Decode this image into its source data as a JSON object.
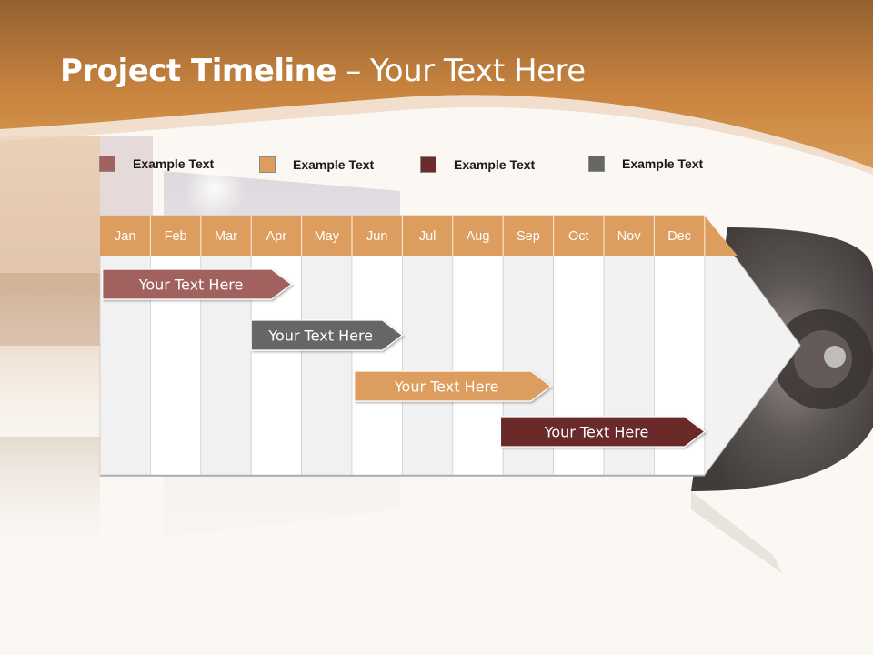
{
  "slide": {
    "title_bold": "Project Timeline",
    "title_rest": " – Your Text Here"
  },
  "colors": {
    "header_dark": "#93612f",
    "header_light": "#d79a55",
    "month_bar": "#dd9d5f",
    "task_mauve": "#a1625f",
    "task_gray": "#666666",
    "task_orange": "#dd9d5f",
    "task_maroon": "#6b2c2b"
  },
  "legend": [
    {
      "label": "Example Text",
      "color": "#a1625f"
    },
    {
      "label": "Example Text",
      "color": "#dd9d5f"
    },
    {
      "label": "Example Text",
      "color": "#6b2c2b"
    },
    {
      "label": "Example Text",
      "color": "#666666"
    }
  ],
  "timeline": {
    "months": [
      "Jan",
      "Feb",
      "Mar",
      "Apr",
      "May",
      "Jun",
      "Jul",
      "Aug",
      "Sep",
      "Oct",
      "Nov",
      "Dec"
    ],
    "tasks": [
      {
        "label": "Your  Text Here",
        "start_month": 0.05,
        "end_month": 3.8,
        "color": "#a1625f"
      },
      {
        "label": "Your  Text Here",
        "start_month": 3.0,
        "end_month": 6.0,
        "color": "#666666"
      },
      {
        "label": "Your  Text Here",
        "start_month": 5.05,
        "end_month": 8.95,
        "color": "#dd9d5f"
      },
      {
        "label": "Your  Text Here",
        "start_month": 7.95,
        "end_month": 12.0,
        "color": "#6b2c2b"
      }
    ]
  }
}
